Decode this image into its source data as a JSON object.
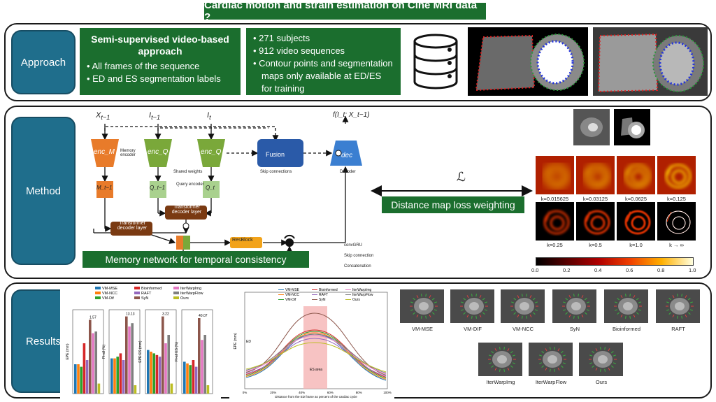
{
  "title": "Cardiac motion and strain estimation on Cine MRI data ?",
  "approach": {
    "label": "Approach",
    "box1": {
      "heading": "Semi-supervised video-based approach",
      "bullets": [
        "All frames of the sequence",
        "ED and ES segmentation labels"
      ]
    },
    "box2": {
      "bullets": [
        "271 subjects",
        "912 video sequences",
        "Contour points and segmentation maps only available at ED/ES for training"
      ]
    },
    "icons": [
      "database-icon"
    ]
  },
  "method": {
    "label": "Method",
    "inputs": {
      "x_prev": "X",
      "x_prev_sub": "t−1",
      "i_prev": "I",
      "i_prev_sub": "t−1",
      "i_cur": "I",
      "i_cur_sub": "t",
      "output": "f(I_t; X_t−1)"
    },
    "enc_m": "enc_M",
    "enc_q1": "enc_Q",
    "enc_q2": "enc_Q",
    "memory_encoder": "Memory encoder",
    "query_encoder": "Query encoder",
    "shared_weights": "Shared weights",
    "m_prev": "M_t−1",
    "q_prev": "Q_t−1",
    "q_cur": "Q_t",
    "fusion": "Fusion",
    "skip_connections": "Skip connections",
    "decoder": "dec",
    "decoder_label": "Decoder",
    "transformer1": "Transformer decoder layer",
    "transformer2": "Transformer decoder layer",
    "resblock": "ResBlock",
    "concat_symbol": "c",
    "legend": {
      "convgru": "convGRU",
      "skip": "Skip connection",
      "concat": "Concatenation"
    },
    "memory_banner": "Memory network for temporal consistency",
    "loss_symbol": "ℒ",
    "distance_banner": "Distance map loss weighting",
    "heatmap_labels": [
      "k=0.015625",
      "k=0.03125",
      "k=0.0625",
      "k=0.125",
      "k=0.25",
      "k=0.5",
      "k=1.0",
      "k → ∞"
    ],
    "colorbar_ticks": [
      "0.0",
      "0.2",
      "0.4",
      "0.6",
      "0.8",
      "1.0"
    ]
  },
  "results": {
    "label": "Results",
    "bar_legend": [
      "VM-MSE",
      "VM-NCC",
      "VM-Dif",
      "Bioinformed",
      "RAFT",
      "SyN",
      "IterWarpImg",
      "IterWarpFlow",
      "Ours"
    ],
    "bar_colors": [
      "#1f77b4",
      "#ff7f0e",
      "#2ca02c",
      "#d62728",
      "#9467bd",
      "#8c564b",
      "#e377c2",
      "#7f7f7f",
      "#bcbd22"
    ],
    "panel_titles": [
      "EPE (mm)",
      "Ft-all (%)",
      "EPE ES (mm)",
      "Ft-all ES (%)"
    ],
    "bar_labels": [
      "1.57",
      "13.13",
      "3.22",
      "40.07"
    ],
    "line_legend": [
      "VM-MSE",
      "VM-NCC",
      "VM-Dif",
      "Bioinformed",
      "RAFT",
      "SyN",
      "IterWarpImg",
      "IterWarpFlow",
      "Ours"
    ],
    "line_xlabel": "Distance from the ED frame as percent of the cardiac cycle",
    "line_ylabel": "EPE (mm)",
    "line_xticks": [
      "0%",
      "20%",
      "40%",
      "60%",
      "80%",
      "100%"
    ],
    "es_area": "ES area",
    "ed_label": "ED",
    "photo_labels": [
      "VM-MSE",
      "VM-DIF",
      "VM-NCC",
      "SyN",
      "Bioinformed",
      "RAFT",
      "IterWarpImg",
      "IterWarpFlow",
      "Ours"
    ]
  }
}
